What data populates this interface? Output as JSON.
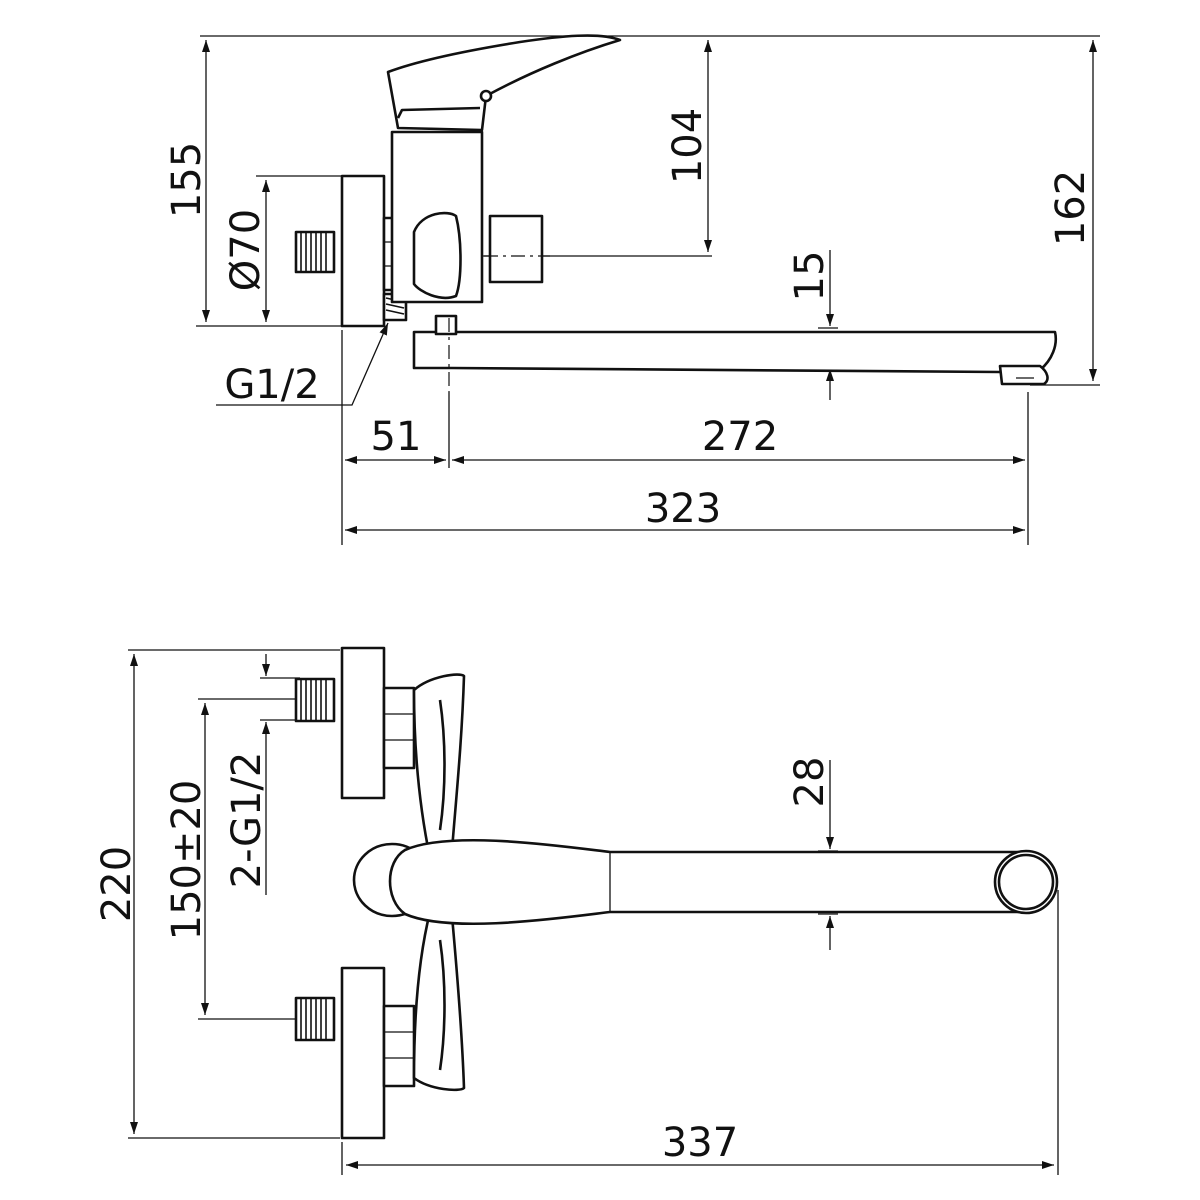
{
  "drawing": {
    "side_view": {
      "height_overall": "155",
      "flange_diameter": "Ø70",
      "handle_height": "104",
      "spout_thickness": "15",
      "total_height": "162",
      "thread": "G1/2",
      "offset": "51",
      "spout_reach": "272",
      "total_length": "323"
    },
    "top_view": {
      "total_width": "220",
      "centers": "150±20",
      "inlets": "2-G1/2",
      "spout_width": "28",
      "total_length": "337"
    },
    "colors": {
      "line": "#111111",
      "background": "#ffffff"
    }
  }
}
